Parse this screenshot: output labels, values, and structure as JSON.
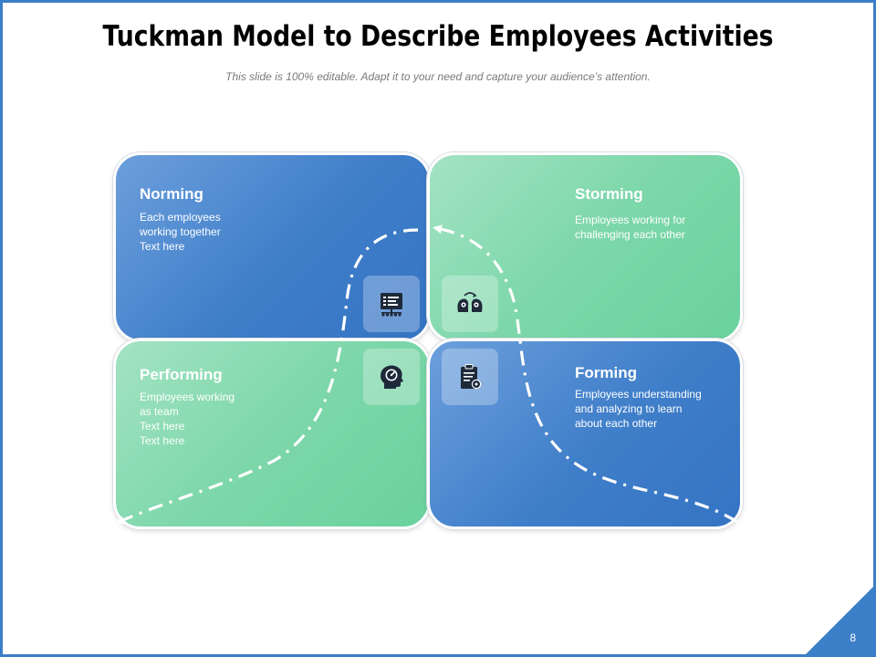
{
  "slide": {
    "title": "Tuckman Model to Describe Employees Activities",
    "subtitle": "This slide is 100% editable. Adapt it to your need and capture your audience’s attention.",
    "page_number": "8"
  },
  "colors": {
    "accent_blue": "#3c7fc9",
    "card_blue": "#3f7ec9",
    "card_green": "#7dd7aa",
    "icon_dark": "#1e2a3a"
  },
  "stages": {
    "norming": {
      "title": "Norming",
      "text": "Each employees\nworking together\nText here",
      "icon": "presentation-board-icon"
    },
    "storming": {
      "title": "Storming",
      "text": "Employees working for\nchallenging each other",
      "icon": "two-heads-gears-icon"
    },
    "performing": {
      "title": "Performing",
      "text": "Employees working\nas team\nText here\nText here",
      "icon": "head-speedometer-icon"
    },
    "forming": {
      "title": "Forming",
      "text": "Employees understanding\nand analyzing to learn\nabout each other",
      "icon": "clipboard-gear-icon"
    }
  }
}
